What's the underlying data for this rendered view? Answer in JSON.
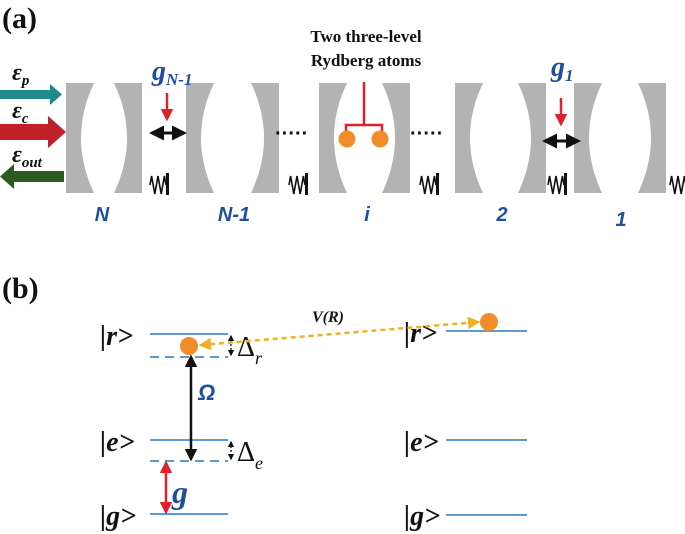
{
  "panel_a": {
    "label": "(a)",
    "inputs": {
      "probe": "ε",
      "probe_sub": "p",
      "control": "ε",
      "control_sub": "c",
      "output": "ε",
      "output_sub": "out"
    },
    "coupling_left": "g",
    "coupling_left_sub": "N-1",
    "coupling_right": "g",
    "coupling_right_sub": "1",
    "atoms_title_line1": "Two three-level",
    "atoms_title_line2": "Rydberg atoms",
    "cavity_labels": [
      "N",
      "N-1",
      "i",
      "2",
      "1"
    ],
    "ellipsis": "·····",
    "colors": {
      "mirror": "#b3b3b3",
      "probe_arrow": "#1f8a8a",
      "control_arrow": "#c0202a",
      "output_arrow": "#2d5a1e",
      "label_blue": "#1f4e9c",
      "atom": "#f08c2a",
      "red": "#e0202a"
    }
  },
  "panel_b": {
    "label": "(b)",
    "left_levels": {
      "r": "|r>",
      "e": "|e>",
      "g": "|g>"
    },
    "right_levels": {
      "r": "|r>",
      "e": "|e>",
      "g": "|g>"
    },
    "delta_r": "Δ",
    "delta_r_sub": "r",
    "delta_e": "Δ",
    "delta_e_sub": "e",
    "omega": "Ω",
    "coupling": "g",
    "interaction": "V(R)",
    "colors": {
      "level": "#5b9bd5",
      "interaction": "#f0b020",
      "atom": "#f08c2a",
      "coupling_arrow": "#e0202a",
      "omega_label": "#1f4e9c"
    }
  }
}
